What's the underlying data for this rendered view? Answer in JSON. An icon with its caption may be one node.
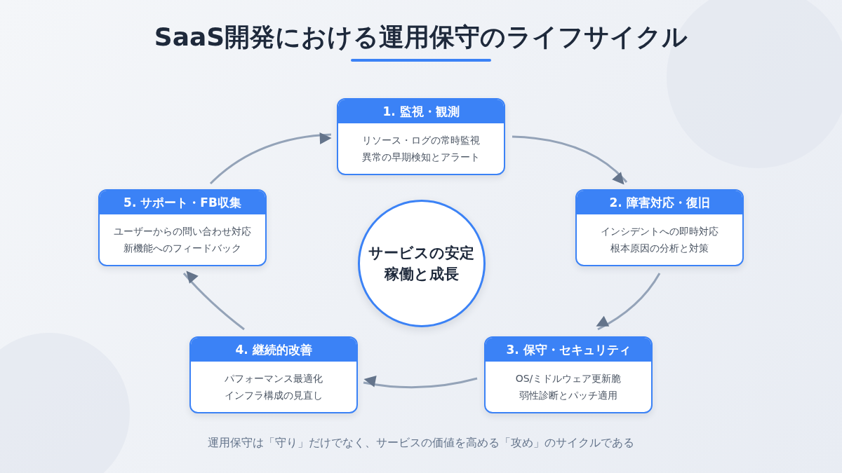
{
  "diagram": {
    "title": "SaaS開発における運用保守のライフサイクル",
    "nodes": [
      {
        "text": [
          "サービスの安定稼働と成長"
        ]
      },
      {
        "text": [
          "1. 監視・観測",
          "リソース・ログの常時監視異常の早期検知とアラート"
        ]
      },
      {
        "text": [
          "2. 障害対応・復旧",
          "インシデントへの即時対応根本原因の分析と対策"
        ]
      },
      {
        "text": [
          "3. 保守・セキュリティ",
          "OS/ミドルウェア更新脆弱性診断とパッチ適用"
        ]
      },
      {
        "text": [
          "4. 継続的改善",
          "パフォーマンス最適化インフラ構成の見直し"
        ]
      },
      {
        "text": [
          "5. サポート・FB収集",
          "ユーザーからの問い合わせ対応新機能へのフィードバック"
        ]
      }
    ],
    "edges": [
      {
        "from": 1,
        "to": 2,
        "arrow": "to"
      },
      {
        "from": 2,
        "to": 3,
        "arrow": "to"
      },
      {
        "from": 3,
        "to": 4,
        "arrow": "to"
      },
      {
        "from": 4,
        "to": 5,
        "arrow": "to"
      },
      {
        "from": 5,
        "to": 1,
        "arrow": "to"
      }
    ],
    "caption": "運用保守は「守り」だけでなく、サービスの価値を高める「攻め」のサイクルである"
  }
}
